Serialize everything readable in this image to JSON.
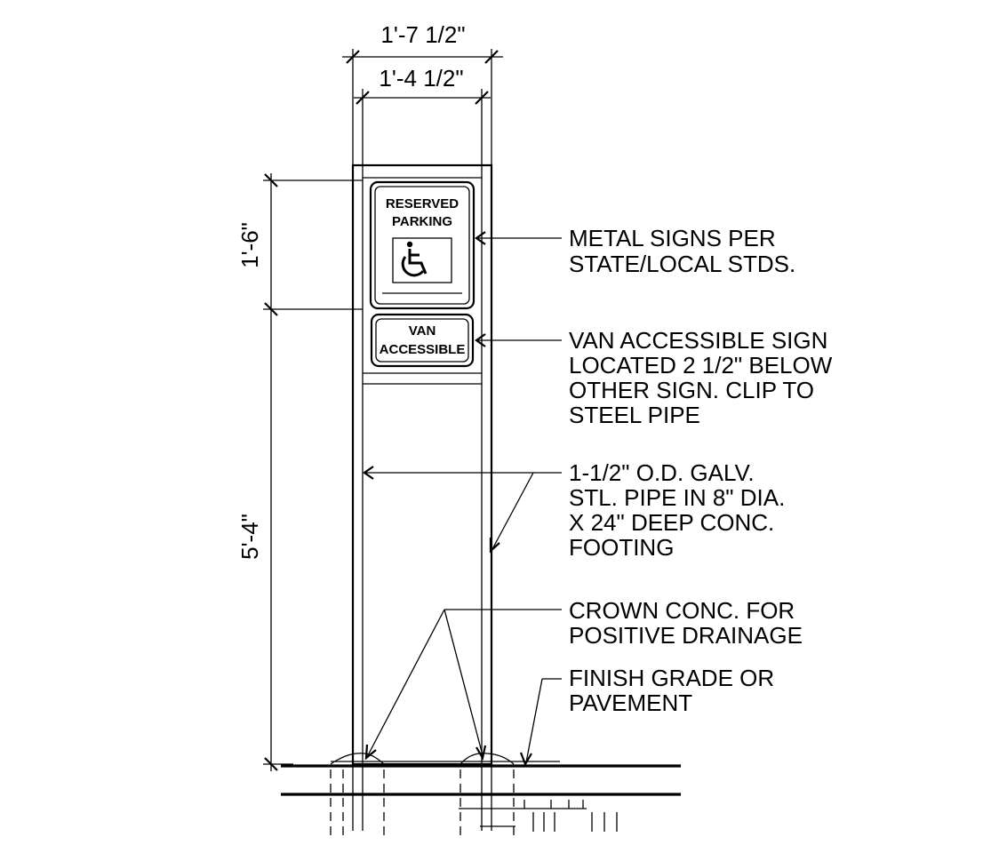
{
  "dimensions": {
    "overall_width": "1'-7 1/2\"",
    "inner_width": "1'-4 1/2\"",
    "sign_height": "1'-6\"",
    "post_height": "5'-4\""
  },
  "signs": {
    "main_line1": "RESERVED",
    "main_line2": "PARKING",
    "van_line1": "VAN",
    "van_line2": "ACCESSIBLE"
  },
  "notes": {
    "metal_signs": [
      "METAL SIGNS PER",
      "STATE/LOCAL STDS."
    ],
    "van_sign": [
      "VAN ACCESSIBLE SIGN",
      "LOCATED 2 1/2\" BELOW",
      "OTHER SIGN. CLIP TO",
      "STEEL PIPE"
    ],
    "pipe": [
      "1-1/2\" O.D. GALV.",
      "STL. PIPE IN 8\" DIA.",
      "X 24\" DEEP CONC.",
      "FOOTING"
    ],
    "crown": [
      "CROWN CONC. FOR",
      "POSITIVE DRAINAGE"
    ],
    "grade": [
      "FINISH GRADE OR",
      "PAVEMENT"
    ]
  },
  "icons": {
    "accessibility": "wheelchair-icon"
  }
}
